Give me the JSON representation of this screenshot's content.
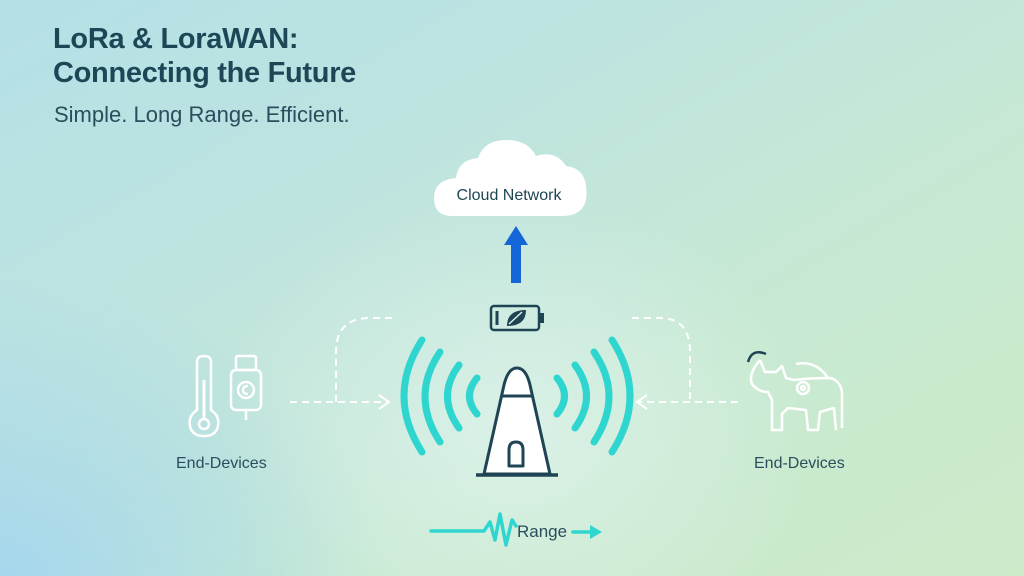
{
  "header": {
    "title_line1": "LoRa & LoraWAN:",
    "title_line2": "Connecting the Future",
    "subtitle": "Simple. Long Range. Efficient."
  },
  "diagram": {
    "cloud": {
      "label": "Cloud Network",
      "icon": "cloud-icon"
    },
    "uplink_arrow": {
      "icon": "arrow-up-icon",
      "color": "#1466d8"
    },
    "battery": {
      "icon": "battery-leaf-icon"
    },
    "gateway": {
      "icon": "gateway-tower-icon",
      "wave_color": "#2fd6d0"
    },
    "left_devices": {
      "label": "End-Devices",
      "icons": [
        "thermometer-icon",
        "sensor-device-icon"
      ]
    },
    "right_devices": {
      "label": "End-Devices",
      "icons": [
        "cow-tracker-icon"
      ]
    },
    "range": {
      "label": "Range",
      "icon": "signal-wave-arrow-icon"
    }
  },
  "colors": {
    "title": "#1d4657",
    "accent_teal": "#2fd6d0",
    "accent_blue": "#1466d8",
    "background_left": "#a6d8ee",
    "background_right": "#cdebc9"
  }
}
